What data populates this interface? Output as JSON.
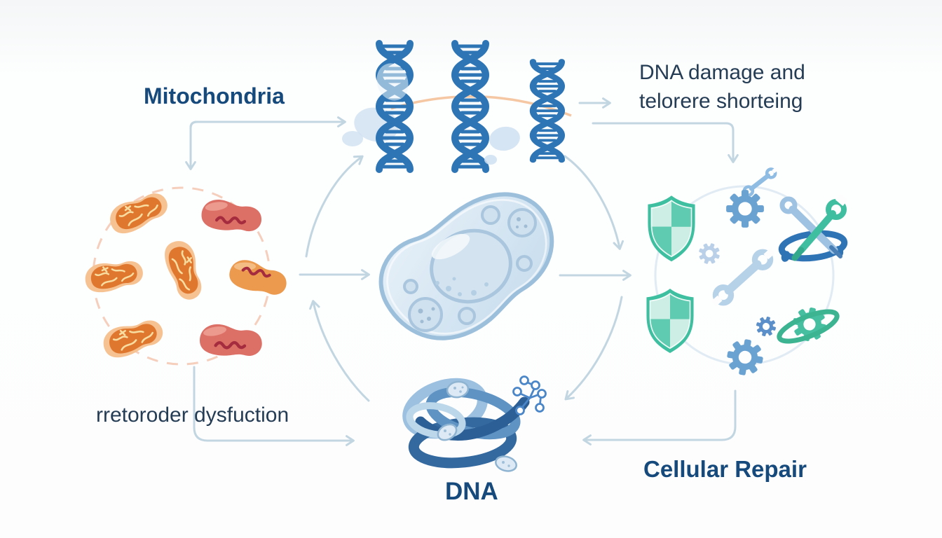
{
  "labels": {
    "mitochondria": "Mitochondria",
    "dna_damage_line1": "DNA damage and",
    "dna_damage_line2": "telorere shorteing",
    "mitochondrial_dysfunction": "rretoroder dysfuction",
    "dna": "DNA",
    "cellular_repair": "Cellular Repair"
  },
  "icons": {
    "mitochondrion": "orange-bean-with-cristae",
    "damaged_mitochondrion": "red-bean-with-squiggle",
    "dna_helix": "blue-double-helix",
    "cell": "cell-with-nucleus-and-organelles",
    "shield": "green-checkered-shield",
    "gear": "blue-cog",
    "wrench": "open-end-wrench",
    "crossed_tools": "screwdriver-and-green-wrench-in-ring",
    "ringed_gear": "green-gear-with-orbit-ring",
    "dna_coil": "tangled-blue-strands",
    "molecule": "linked-node-cluster",
    "flow_arrow": "light-blue-arrow"
  },
  "colors": {
    "label_bold": "#174a7c",
    "label_regular": "#253c55",
    "arrow": "#c2d6e2",
    "helix_blue": "#2e75b6",
    "shield_green": "#3ec0a0",
    "tool_blue": "#5b9bd5",
    "tool_green": "#3fbf9f",
    "mito_orange": "#e0772f",
    "mito_red": "#dc7066",
    "cell_fill": "#d6e6f3",
    "background": "#fdfdfe"
  }
}
